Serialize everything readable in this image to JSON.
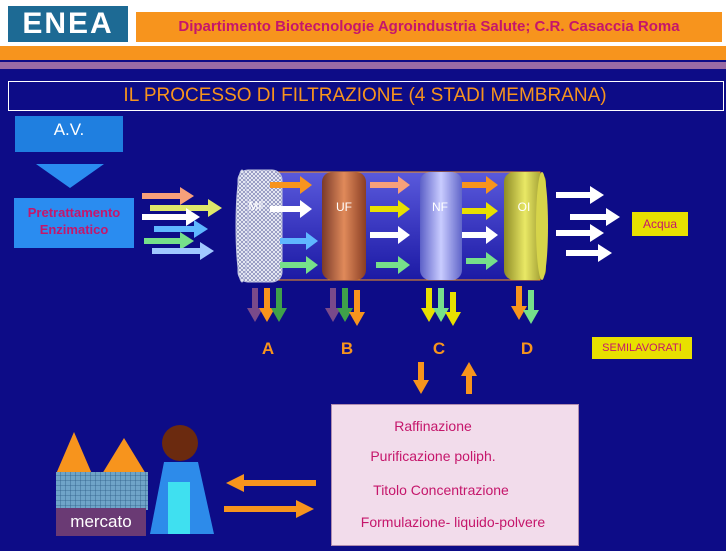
{
  "header": {
    "logo": "ENEA",
    "department": "Dipartimento Biotecnologie Agroindustria Salute; C.R. Casaccia Roma"
  },
  "title": "IL PROCESSO DI FILTRAZIONE (4 STADI MEMBRANA)",
  "input": {
    "source": "A.V.",
    "pretreatment": "Pretrattamento Enzimatico"
  },
  "membranes": [
    {
      "label": "MF",
      "color": "#e7ebf5"
    },
    {
      "label": "UF",
      "color": "#c9663b"
    },
    {
      "label": "NF",
      "color": "#8e95e6"
    },
    {
      "label": "OI",
      "color": "#c5c23c"
    }
  ],
  "outputs": {
    "letters": [
      "A",
      "B",
      "C",
      "D"
    ],
    "water": "Acqua",
    "semi_finished": "SEMILAVORATI"
  },
  "processing": [
    "Raffinazione",
    "Purificazione poliph.",
    "Titolo Concentrazione",
    "Formulazione- liquido-polvere"
  ],
  "market": "mercato",
  "colors": {
    "background": "#0d0c87",
    "orange": "#f7941d",
    "magenta": "#c5166b",
    "yellow": "#e8e000",
    "blue": "#1f7fe0"
  }
}
